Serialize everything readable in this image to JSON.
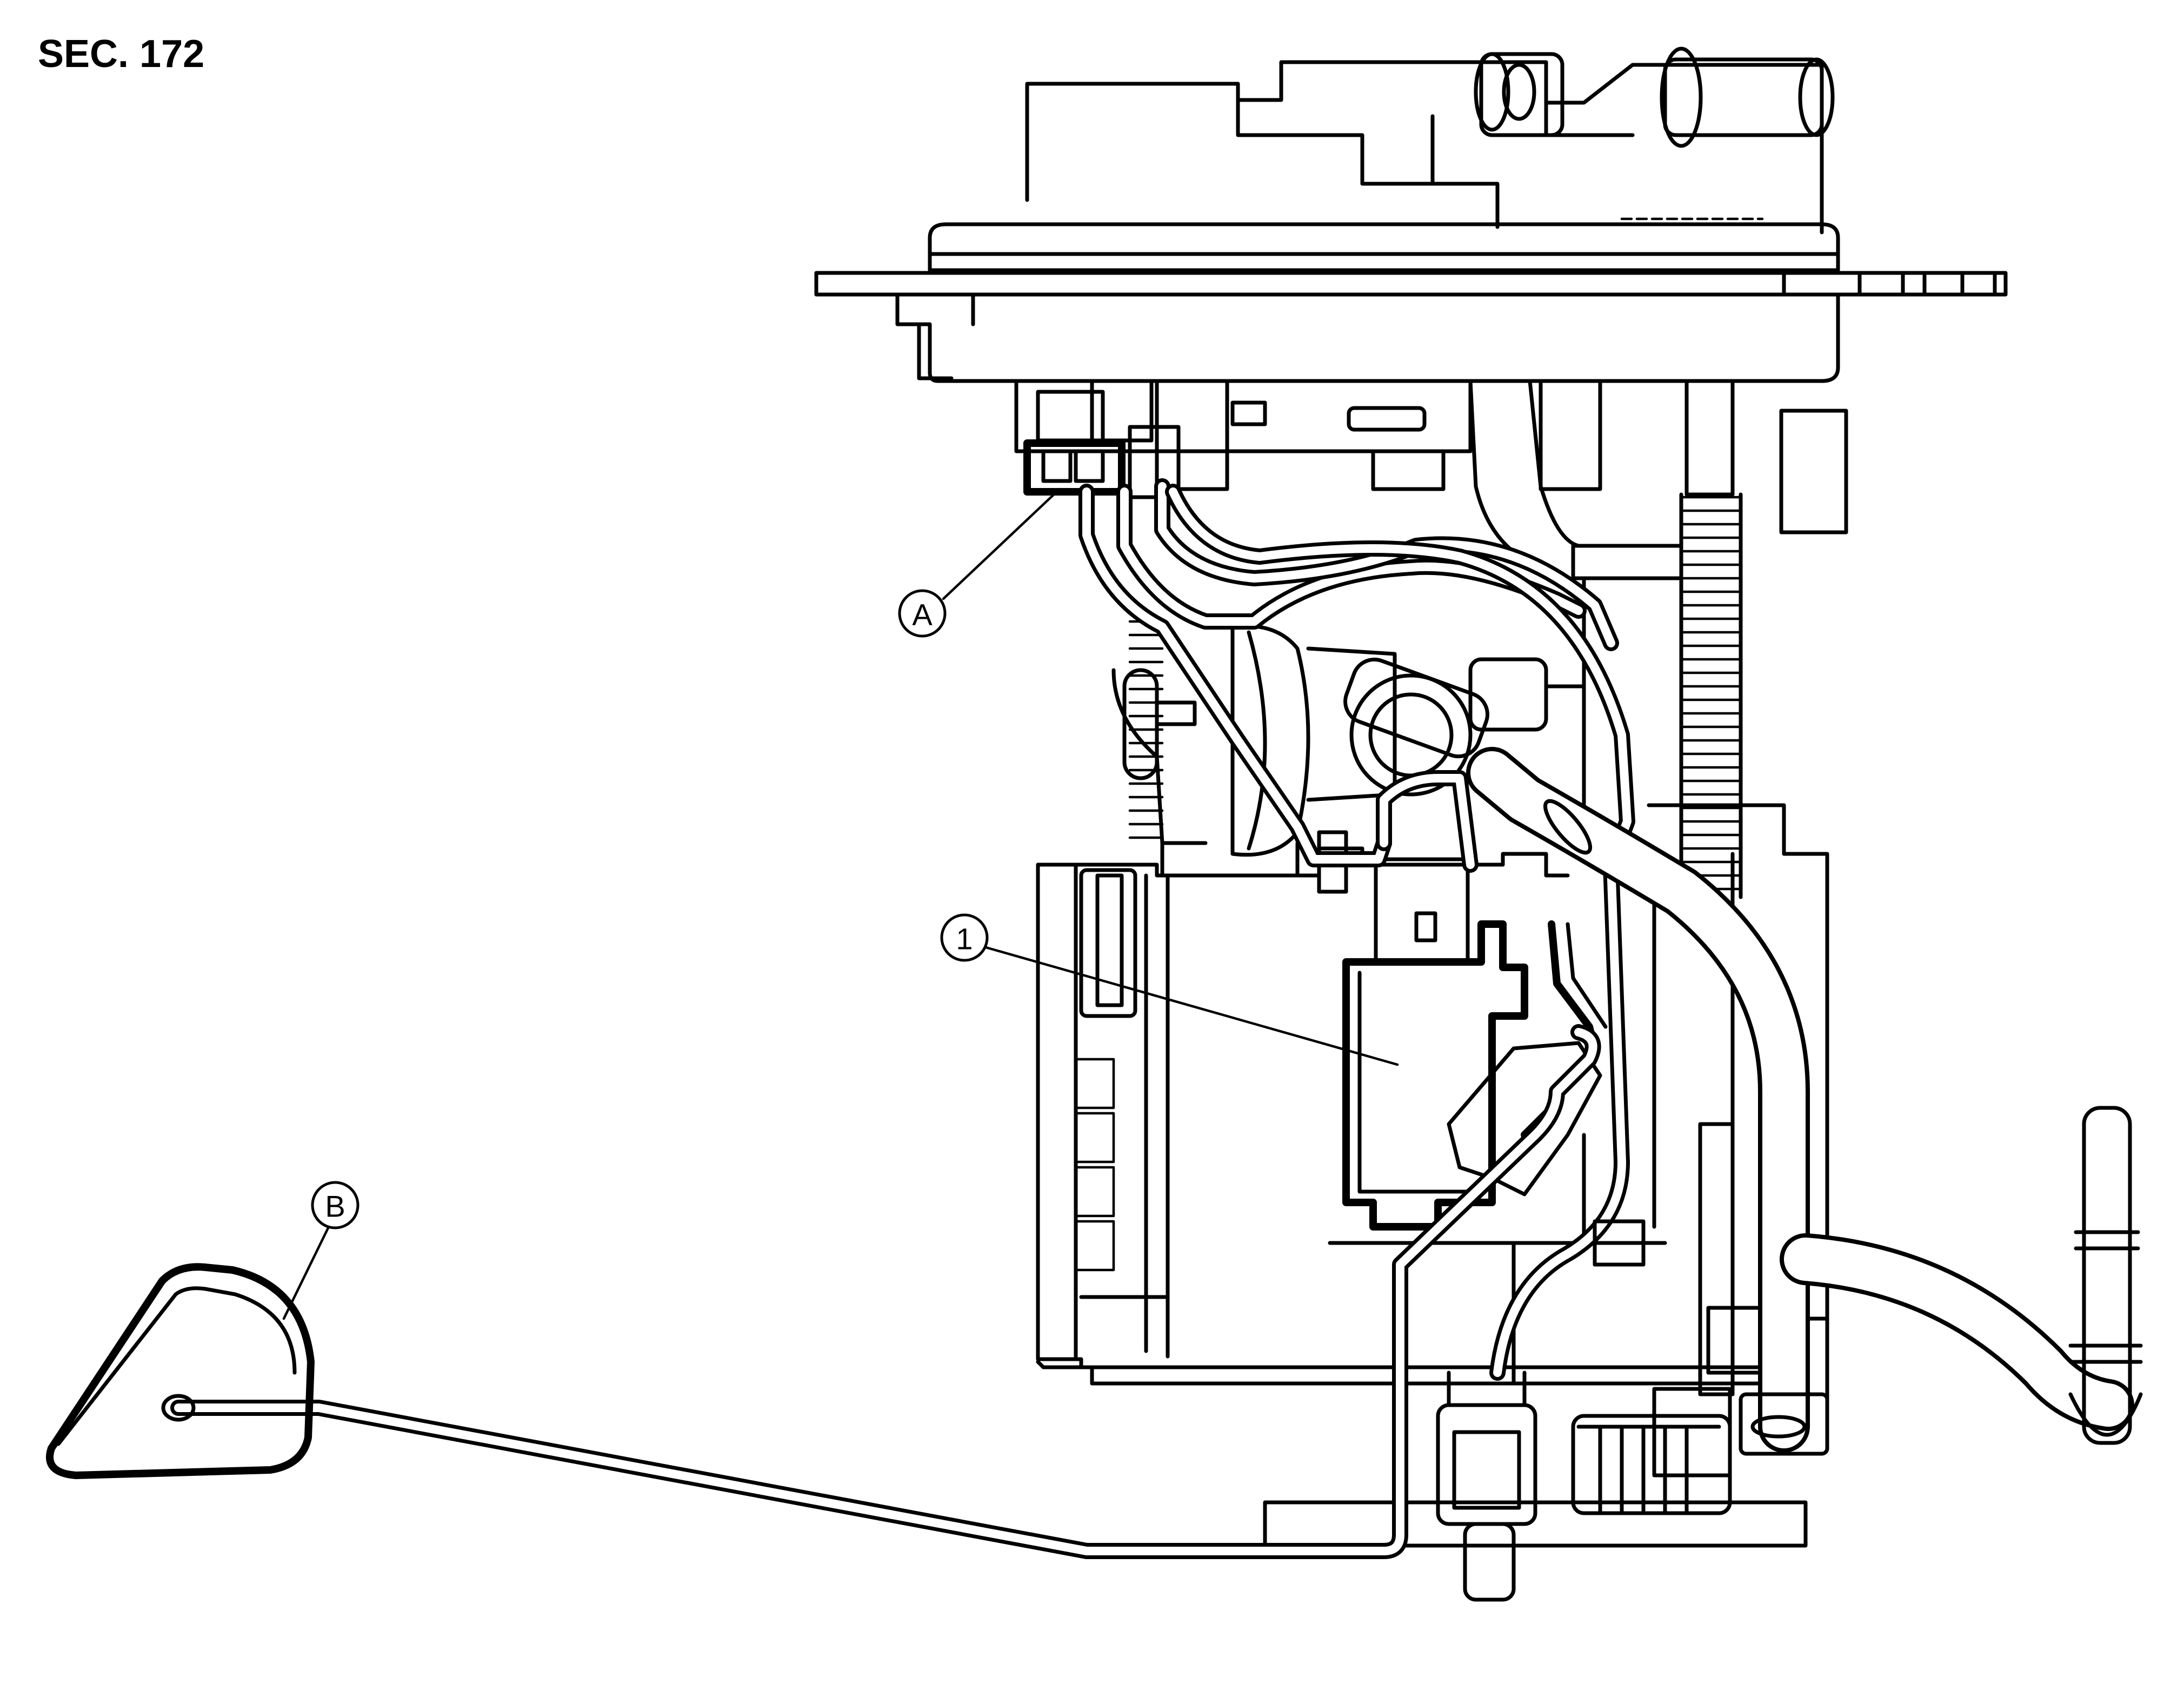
{
  "header": {
    "section_label": "SEC. 172"
  },
  "callouts": {
    "a": "A",
    "one": "1",
    "b": "B"
  }
}
